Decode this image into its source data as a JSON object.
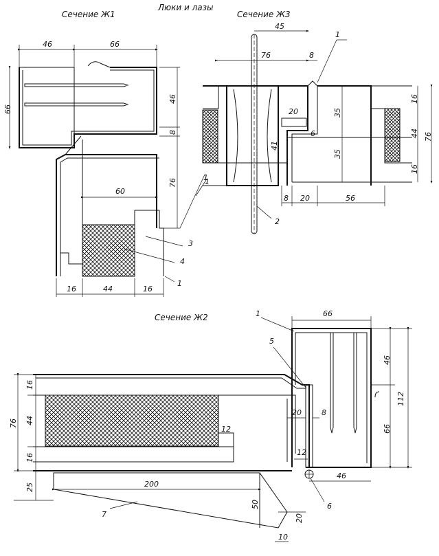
{
  "title": "Люки и лазы",
  "sections": {
    "zh1": "Сечение Ж1",
    "zh2": "Сечение Ж2",
    "zh3": "Сечение Ж3"
  },
  "zh1_dims": {
    "top_left": "46",
    "top_right": "66",
    "left_height": "66",
    "right_upper": "46",
    "right_gap": "8",
    "right_lower": "76",
    "inner_width": "60",
    "bottom_left": "16",
    "bottom_mid": "44",
    "bottom_right": "16"
  },
  "zh1_callouts": [
    "1",
    "3",
    "4",
    "1"
  ],
  "zh3_dims": {
    "top": "45",
    "mid_width": "76",
    "mid_gap": "8",
    "small_h": "20",
    "small_v": "6",
    "frame_v1": "35",
    "frame_v2": "35",
    "insert": "41",
    "right_top": "16",
    "right_mid": "44",
    "right_total": "76",
    "right_bottom": "16",
    "bottom_a": "8",
    "bottom_b": "20",
    "bottom_c": "56"
  },
  "zh3_callouts": [
    "1",
    "1",
    "2"
  ],
  "zh2_dims": {
    "top_width": "66",
    "frame_h": "46",
    "frame_total": "112",
    "frame_lower": "66",
    "left_top": "16",
    "left_mid": "44",
    "left_total": "76",
    "left_bottom": "16",
    "left_base": "25",
    "span": "200",
    "inner_a": "20",
    "inner_b": "8",
    "tab": "12",
    "tab2": "12",
    "bottom_right": "46",
    "wedge_h": "50",
    "wedge_w": "20",
    "foot": "10"
  },
  "zh2_callouts": [
    "1",
    "5",
    "6",
    "7"
  ]
}
